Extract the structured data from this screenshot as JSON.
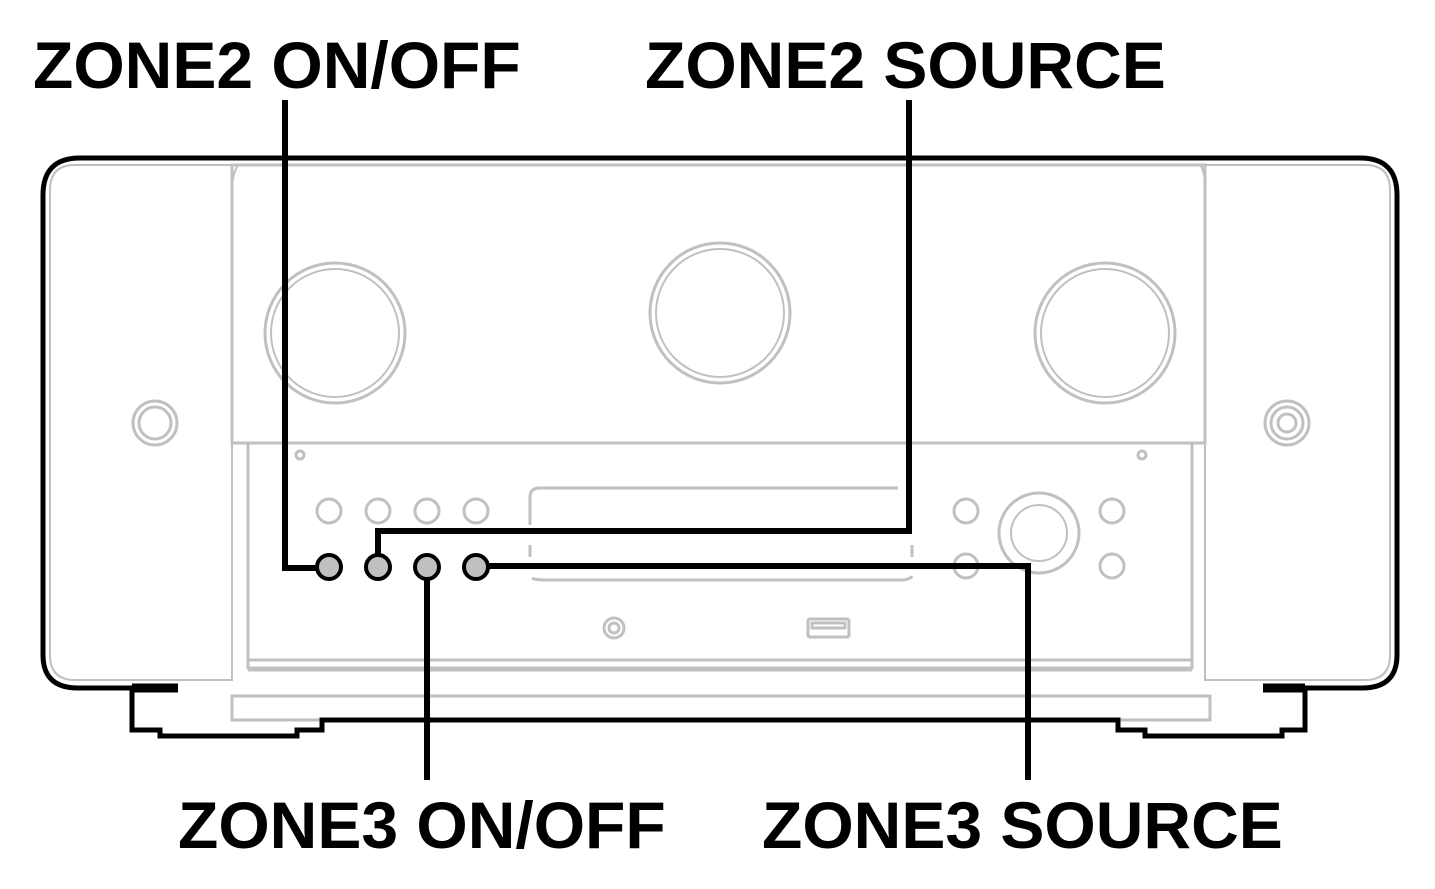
{
  "labels": {
    "zone2_onoff": "ZONE2 ON/OFF",
    "zone2_source": "ZONE2 SOURCE",
    "zone3_onoff": "ZONE3 ON/OFF",
    "zone3_source": "ZONE3 SOURCE"
  },
  "colors": {
    "outline": "#000000",
    "device_line": "#c0c0c0",
    "button_fill": "#c0c0c0"
  }
}
